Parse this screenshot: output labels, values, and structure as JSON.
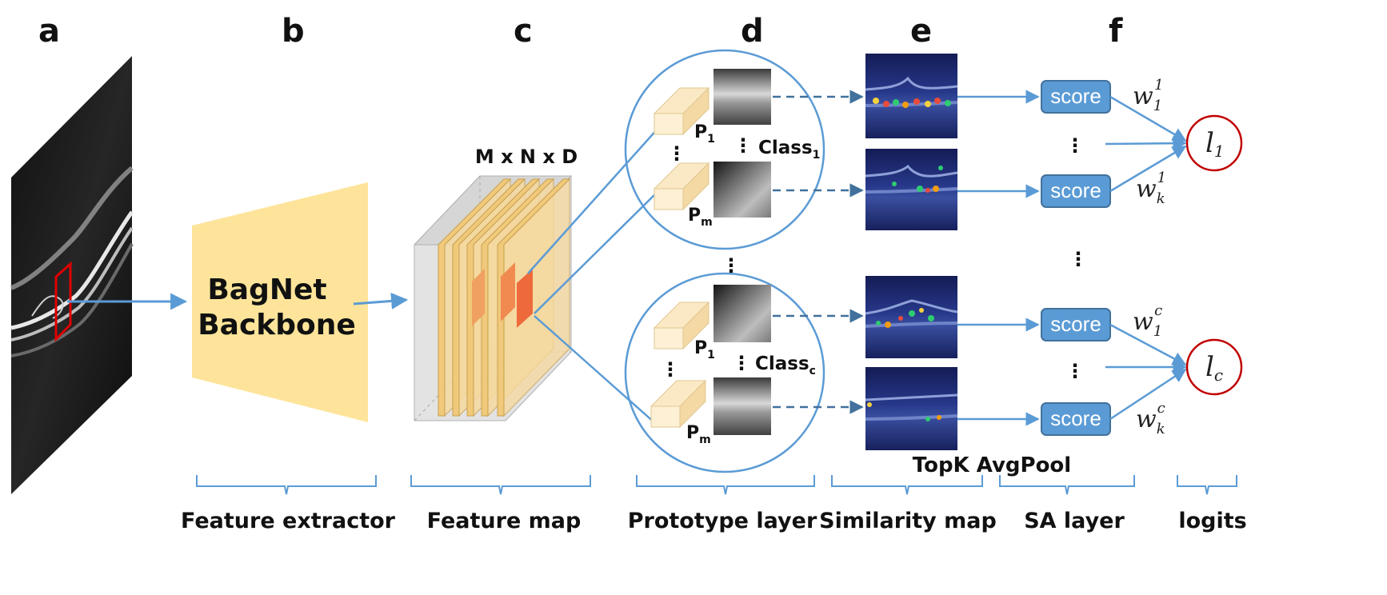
{
  "panel_letters": [
    "a",
    "b",
    "c",
    "d",
    "e",
    "f"
  ],
  "backbone": {
    "line1": "BagNet",
    "line2": "Backbone"
  },
  "feature_map_dims": "M x N x D",
  "prototype_labels": {
    "p1": "P",
    "p1_sub": "1",
    "pm": "P",
    "pm_sub": "m",
    "class1": "Class",
    "class1_sub": "1",
    "classc": "Class",
    "classc_sub": "c"
  },
  "topk_label": "TopK AvgPool",
  "score_label": "score",
  "weights": {
    "w11": {
      "base": "w",
      "sub": "1",
      "sup": "1"
    },
    "wk1": {
      "base": "w",
      "sub": "k",
      "sup": "1"
    },
    "w1c": {
      "base": "w",
      "sub": "1",
      "sup": "c"
    },
    "wkc": {
      "base": "w",
      "sub": "k",
      "sup": "c"
    }
  },
  "logits": {
    "l1": {
      "base": "l",
      "sub": "1"
    },
    "lc": {
      "base": "l",
      "sub": "c"
    }
  },
  "sections": [
    "Feature extractor",
    "Feature map",
    "Prototype layer",
    "Similarity map",
    "SA layer",
    "logits"
  ],
  "colors": {
    "arrow": "#5b9bd5",
    "backbone_fill": "#fde49a",
    "score_fill": "#5b9bd5",
    "logit_ring": "#c00000",
    "roi_box": "#e00000",
    "slice_fill": "#f5d9a0",
    "slice_highlight": "#f08050",
    "similarity_bg": "#1a2a6c"
  }
}
